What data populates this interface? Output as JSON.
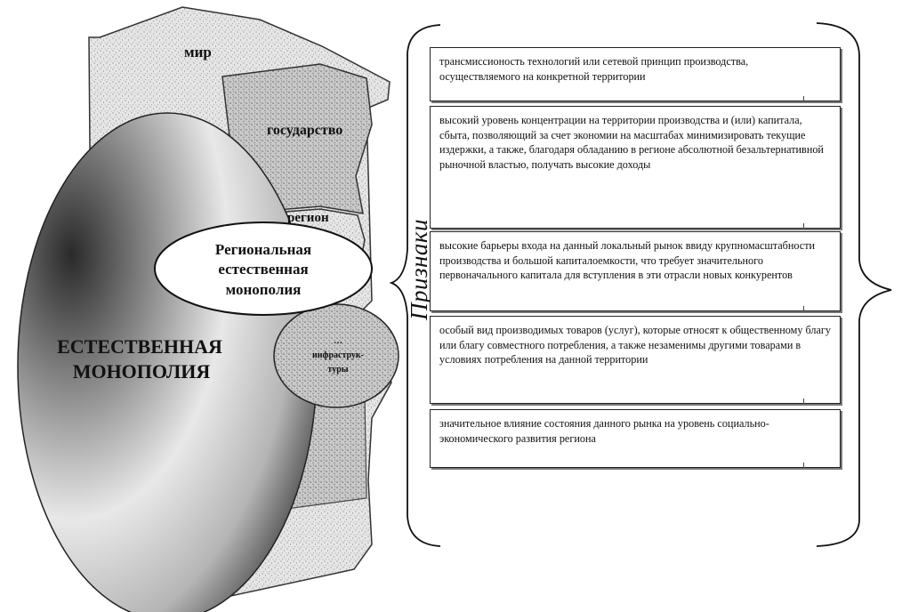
{
  "diagram": {
    "levels": {
      "world": "мир",
      "state": "государство",
      "region": "регион"
    },
    "regional_monopoly": [
      "Региональная",
      "естественная",
      "монополия"
    ],
    "natural_monopoly": [
      "ЕСТЕСТВЕННАЯ",
      "МОНОПОЛИЯ"
    ],
    "infrastructure_fragments": [
      "…",
      "инфраструк-",
      "туры"
    ]
  },
  "signs": {
    "heading": "Признаки",
    "features": [
      "трансмиссионость технологий или сетевой принцип производства, осуществляемого на конкретной территории",
      "высокий уровень концентрации на территории производства и (или) капитала, сбыта, позволяющий за счет экономии на масштабах минимизировать текущие издержки, а также, благодаря обладанию в регионе абсолютной безальтернативной рыночной властью, получать высокие доходы",
      "высокие барьеры входа на данный локальный рынок ввиду крупномасштабности производства и большой капиталоемкости, что требует значительного первоначального капитала для вступления в эти отрасли новых конкурентов",
      "особый вид производимых товаров (услуг), которые относят к общественному благу или благу совместного потребления, а также незаменимы другими товарами в условиях потребления на данной территории",
      "значительное влияние состояния данного рынка на уровень социально-экономического развития региона"
    ]
  },
  "colors": {
    "ink": "#111111",
    "paper": "#ffffff",
    "texture": "#d4d4d4"
  }
}
